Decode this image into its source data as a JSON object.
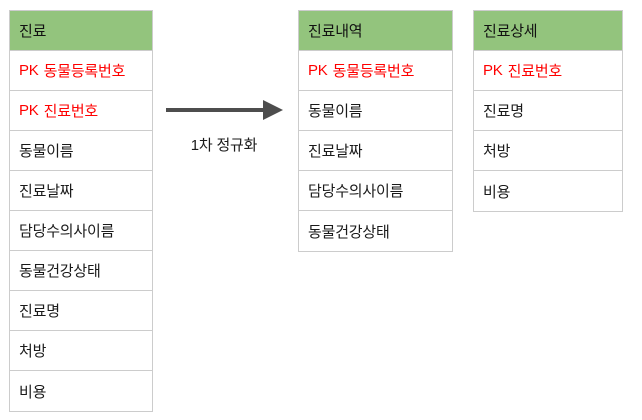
{
  "diagram": {
    "title": "1차 정규화",
    "background_color": "#ffffff",
    "header_color": "#93c47d",
    "border_color": "#cccccc",
    "pk_color": "#ff0000",
    "text_color": "#1a1a1a",
    "arrow_color": "#4d4d4d"
  },
  "arrow": {
    "label": "1차 정규화",
    "icon": "right-arrow-icon"
  },
  "entities": [
    {
      "name": "진료",
      "fields": [
        {
          "pk": "PK",
          "label": "동물등록번호",
          "is_key": true
        },
        {
          "pk": "PK",
          "label": "진료번호",
          "is_key": true
        },
        {
          "pk": "",
          "label": "동물이름",
          "is_key": false
        },
        {
          "pk": "",
          "label": "진료날짜",
          "is_key": false
        },
        {
          "pk": "",
          "label": "담당수의사이름",
          "is_key": false
        },
        {
          "pk": "",
          "label": "동물건강상태",
          "is_key": false
        },
        {
          "pk": "",
          "label": "진료명",
          "is_key": false
        },
        {
          "pk": "",
          "label": "처방",
          "is_key": false
        },
        {
          "pk": "",
          "label": "비용",
          "is_key": false
        }
      ]
    },
    {
      "name": "진료내역",
      "fields": [
        {
          "pk": "PK",
          "label": "동물등록번호",
          "is_key": true
        },
        {
          "pk": "",
          "label": "동물이름",
          "is_key": false
        },
        {
          "pk": "",
          "label": "진료날짜",
          "is_key": false
        },
        {
          "pk": "",
          "label": "담당수의사이름",
          "is_key": false
        },
        {
          "pk": "",
          "label": "동물건강상태",
          "is_key": false
        }
      ]
    },
    {
      "name": "진료상세",
      "fields": [
        {
          "pk": "PK",
          "label": "진료번호",
          "is_key": true
        },
        {
          "pk": "",
          "label": "진료명",
          "is_key": false
        },
        {
          "pk": "",
          "label": "처방",
          "is_key": false
        },
        {
          "pk": "",
          "label": "비용",
          "is_key": false
        }
      ]
    }
  ]
}
